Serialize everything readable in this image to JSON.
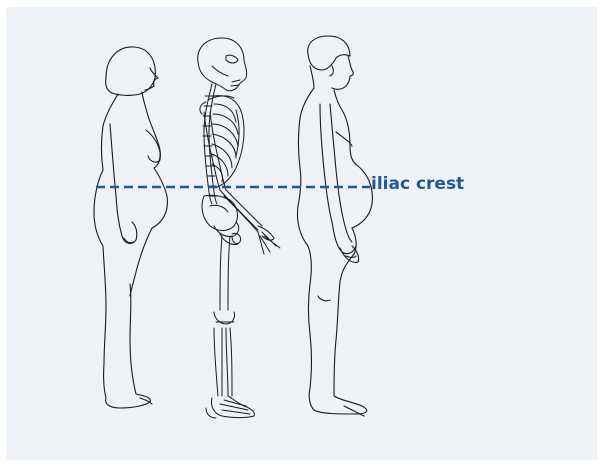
{
  "annotation": {
    "label": "iliac crest",
    "color": "#1f5a96"
  },
  "figures": [
    "woman-silhouette",
    "skeleton",
    "man-silhouette"
  ],
  "outline_color": "#1a1a1a",
  "background_color": "#eef1f6"
}
